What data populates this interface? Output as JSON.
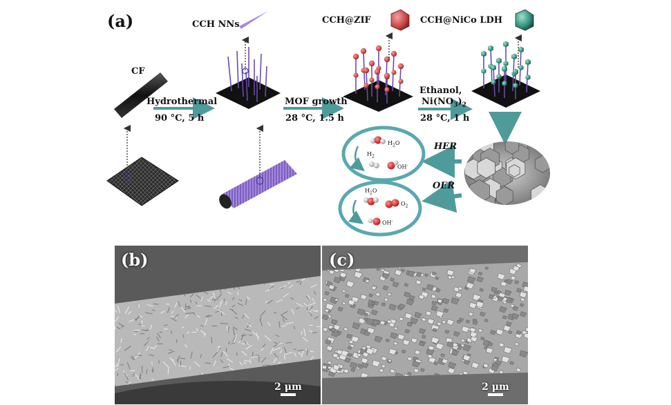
{
  "panels": {
    "a": "(a)",
    "b": "(b)",
    "c": "(c)"
  },
  "labels": {
    "cf": "CF",
    "cch_nns": "CCH NNs",
    "cch_zif": "CCH@ZIF",
    "cch_nico": "CCH@NiCo LDH",
    "step1_top": "Hydrothermal",
    "step1_bottom": "90 °C, 5 h",
    "step2_top": "MOF growth",
    "step2_bottom": "28 °C, 1.5 h",
    "step3_top1": "Ethanol,",
    "step3_top2_main": "Ni(NO",
    "step3_top2_sub": "3",
    "step3_top2_close": ")",
    "step3_top2_sub2": "2",
    "step3_bottom": "28 °C, 1 h",
    "her": "HER",
    "oer": "OER"
  },
  "chem": {
    "h2o_a": "H",
    "h2o_a2": "2",
    "h2o_a3": "O",
    "h2_a": "H",
    "h2_a2": "2",
    "oh_a": "OH",
    "oh_a2": "-",
    "h2o_b": "H",
    "h2o_b2": "2",
    "h2o_b3": "O",
    "o2_b": "O",
    "o2_b2": "2",
    "oh_b": "OH",
    "oh_b2": "-"
  },
  "scalebars": {
    "b": "2 μm",
    "c": "2 μm"
  },
  "colors": {
    "arrow_teal": "#4f9b9c",
    "needle_purple": "#6a4aa8",
    "zif_red": "#d25050",
    "ldh_teal": "#2f8c7a",
    "circle_teal": "#5aa8b0"
  }
}
